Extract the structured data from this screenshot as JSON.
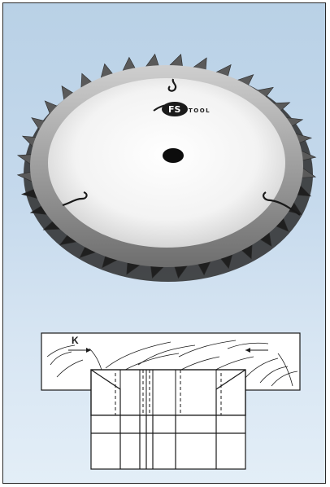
{
  "logo": {
    "mark": "FS",
    "word": "TOOL"
  },
  "diagram": {
    "kerf_label": "K"
  },
  "colors": {
    "background": "#c5d9ec",
    "blade_body": "#f2f2f2",
    "blade_rim": "#9a9a9a",
    "teeth": "#3a3a3a",
    "ink": "#1a1a1a"
  }
}
